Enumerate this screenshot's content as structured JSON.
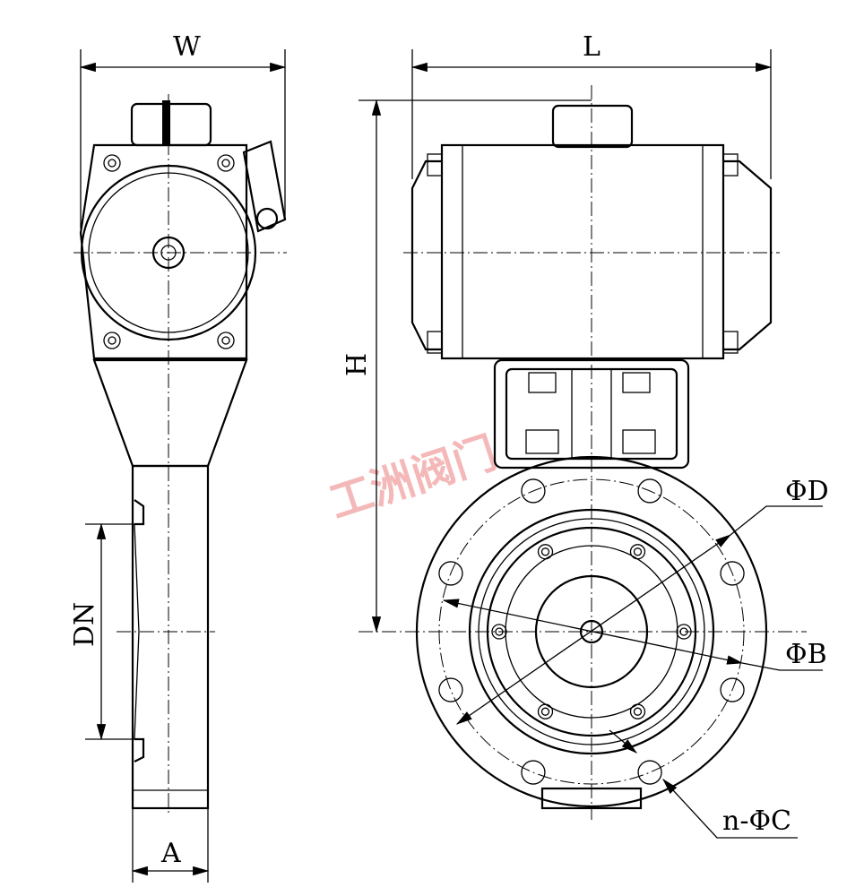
{
  "labels": {
    "W": "W",
    "L": "L",
    "H": "H",
    "DN": "DN",
    "A": "A",
    "D": "ΦD",
    "B": "ΦB",
    "nC": "n-ΦC"
  },
  "watermark": "工洲阀门",
  "colors": {
    "line": "#000000",
    "watermark": "#f4b8b8"
  }
}
